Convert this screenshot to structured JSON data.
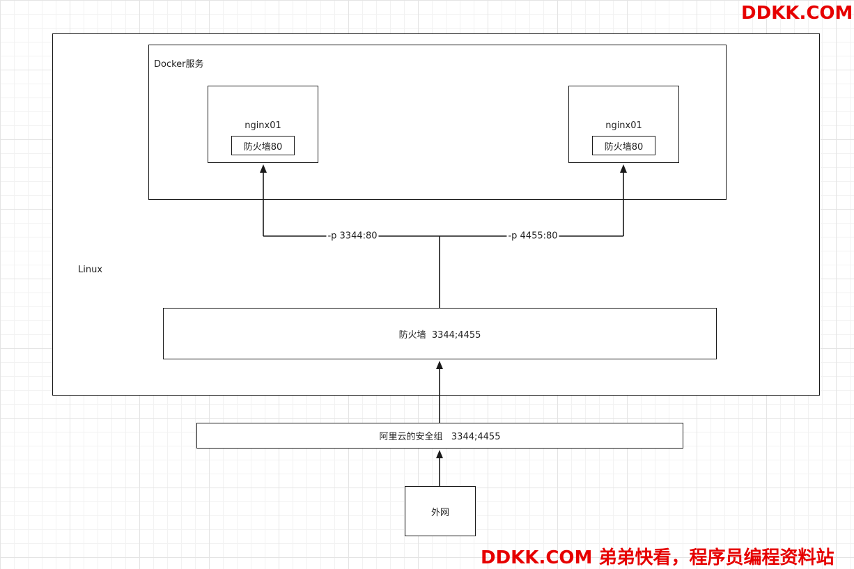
{
  "linux": {
    "label": "Linux"
  },
  "docker": {
    "label": "Docker服务"
  },
  "containers": [
    {
      "name": "nginx01",
      "firewall": "防火墙80"
    },
    {
      "name": "nginx01",
      "firewall": "防火墙80"
    }
  ],
  "port_mappings": [
    "-p 3344:80",
    "-p 4455:80"
  ],
  "linux_firewall": {
    "label": "防火墙  3344;4455"
  },
  "aliyun_security_group": {
    "label": "阿里云的安全组   3344;4455"
  },
  "external_network": {
    "label": "外网"
  },
  "watermarks": {
    "top": "DDKK.COM",
    "bottom": "DDKK.COM 弟弟快看，程序员编程资料站"
  },
  "colors": {
    "watermark": "#e60000",
    "stroke": "#1a1a1a"
  }
}
